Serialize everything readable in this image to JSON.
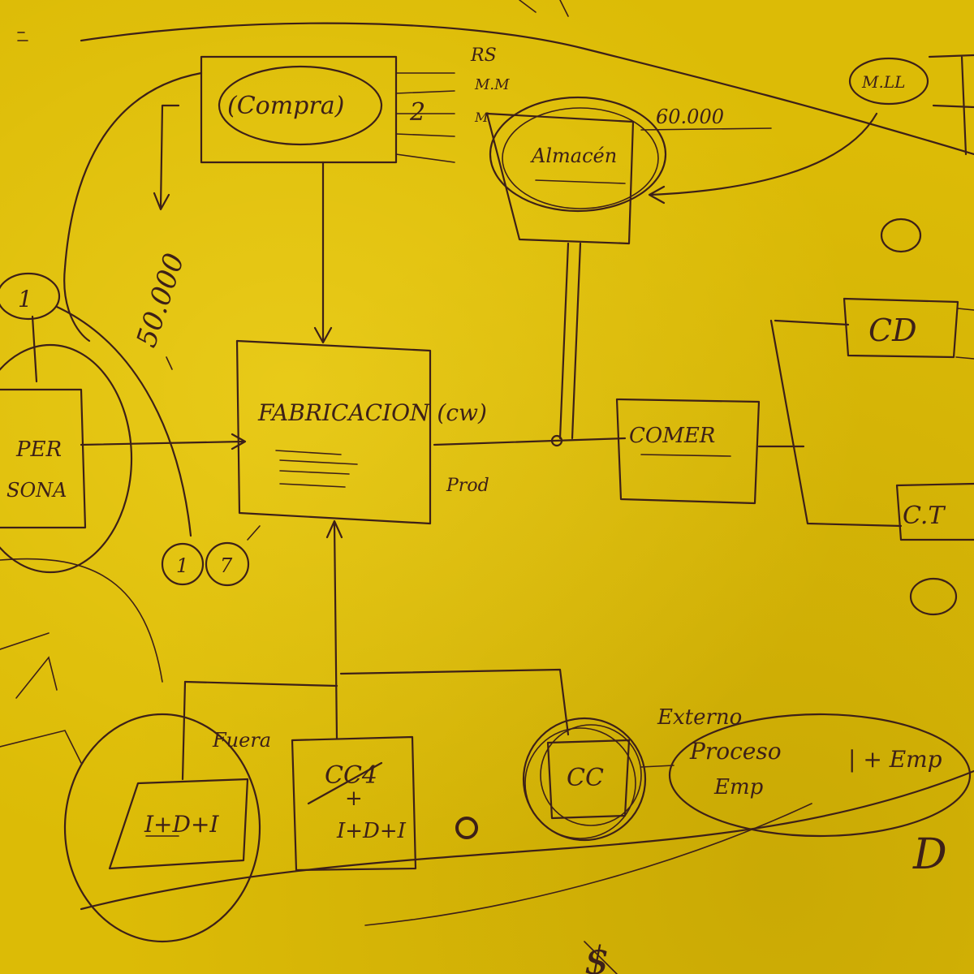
{
  "diagram": {
    "nodes": {
      "compra": "(Compra)",
      "compra_num": "2",
      "almacen": "Almacén",
      "fabricacion": "FABRICACION (cw)",
      "comer": "COMER",
      "cd": "CD",
      "ct": "C.T",
      "m_ll": "M.LL",
      "personas": [
        "PER",
        "SONA"
      ],
      "i1": "1",
      "idi_left": "I+D+I",
      "cc4": "CC4",
      "cc4_plus": "+",
      "idi_mid": "I+D+I",
      "cc": "CC",
      "proceso": [
        "Proceso",
        "Emp"
      ],
      "plus_emp": "| + Emp"
    },
    "annotations": {
      "rs": "RS",
      "mm": "M.M",
      "m": "M",
      "v50000": "50.000",
      "v60000": "60.000",
      "prod": "Prod",
      "fuera": "Fuera",
      "externo": "Externo",
      "dollar": "$",
      "d": "D",
      "circle_1": "1",
      "circle_7": "7"
    },
    "colors": {
      "paper": "#dcbb06",
      "ink": "#3d2018"
    }
  }
}
